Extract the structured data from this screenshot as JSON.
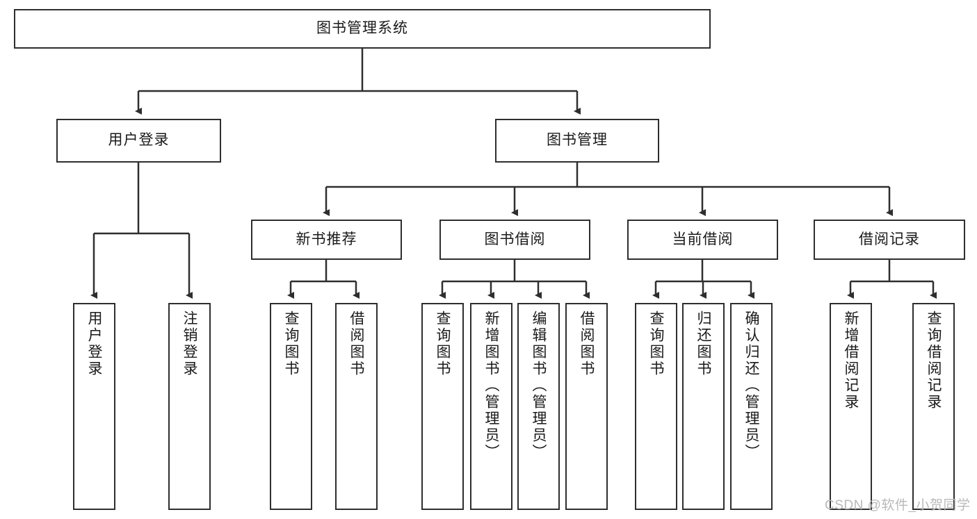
{
  "diagram": {
    "type": "tree-hierarchy",
    "title": "图书管理系统",
    "root": {
      "label": "图书管理系统"
    },
    "level2": [
      {
        "label": "用户登录"
      },
      {
        "label": "图书管理"
      }
    ],
    "level3": [
      {
        "label": "新书推荐"
      },
      {
        "label": "图书借阅"
      },
      {
        "label": "当前借阅"
      },
      {
        "label": "借阅记录"
      }
    ],
    "leaves": {
      "user_login": [
        {
          "label": "用户登录"
        },
        {
          "label": "注销登录"
        }
      ],
      "new_book_recommend": [
        {
          "label": "查询图书"
        },
        {
          "label": "借阅图书"
        }
      ],
      "book_borrow": [
        {
          "label": "查询图书"
        },
        {
          "label": "新增图书（管理员）"
        },
        {
          "label": "编辑图书（管理员）"
        },
        {
          "label": "借阅图书"
        }
      ],
      "current_borrow": [
        {
          "label": "查询图书"
        },
        {
          "label": "归还图书"
        },
        {
          "label": "确认归还（管理员）"
        }
      ],
      "borrow_record": [
        {
          "label": "新增借阅记录"
        },
        {
          "label": "查询借阅记录"
        }
      ]
    }
  },
  "watermark": {
    "text": "CSDN @软件_小贺同学"
  },
  "colors": {
    "stroke": "#2e2e2e",
    "background": "#ffffff",
    "text": "#1a1a1a",
    "watermark": "#b9b9b9"
  }
}
